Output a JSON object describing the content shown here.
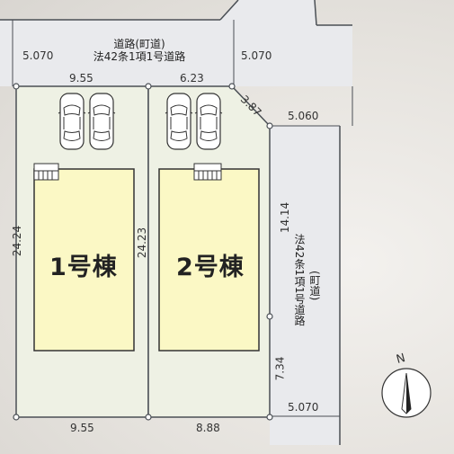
{
  "colors": {
    "lot_fill": "#eef1e4",
    "building_fill": "#fbf8c5",
    "road_fill": "#e9eaed",
    "line": "#4a4f55"
  },
  "top_road": {
    "name_line1": "道路(町道)",
    "name_line2": "法42条1項1号道路",
    "width_left": "5.070",
    "width_right": "5.070"
  },
  "right_road": {
    "name_col1": "法42条1項1号道路",
    "name_col2": "(町道)",
    "width_top": "5.060",
    "width_bottom": "5.070"
  },
  "dimensions": {
    "lot1_top": "9.55",
    "lot2_top": "6.23",
    "corner_cut": "3.87",
    "lot1_left": "24.24",
    "lot_divider": "24.23",
    "lot2_right_upper": "14.14",
    "lot2_right_lower": "7.34",
    "lot1_bottom": "9.55",
    "lot2_bottom": "8.88"
  },
  "buildings": {
    "b1": "1号棟",
    "b2": "2号棟"
  },
  "icons": [
    "car-icon",
    "entrance-icon",
    "compass-icon"
  ],
  "compass": {
    "north": "N"
  }
}
